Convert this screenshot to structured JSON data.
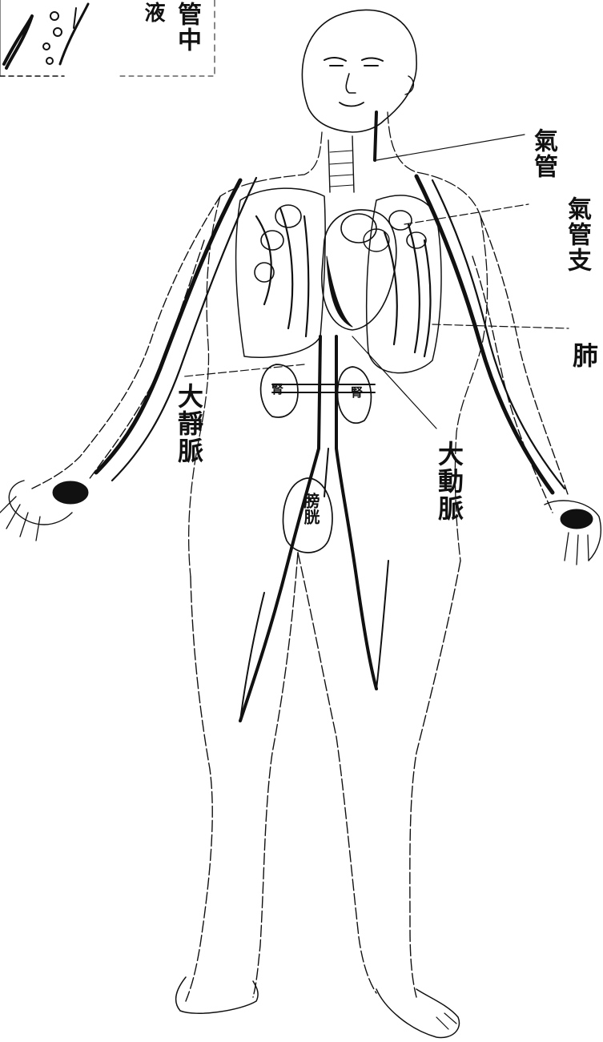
{
  "labels": {
    "corner_text_1": "管中",
    "corner_text_2": "液",
    "trachea": "氣管",
    "bronchi": "氣管支",
    "lung": "肺",
    "vena_cava": "大靜脈",
    "aorta": "大動脈",
    "kidney": "腎",
    "bladder": "膀胱"
  },
  "colors": {
    "ink": "#111111",
    "paper": "#ffffff"
  }
}
